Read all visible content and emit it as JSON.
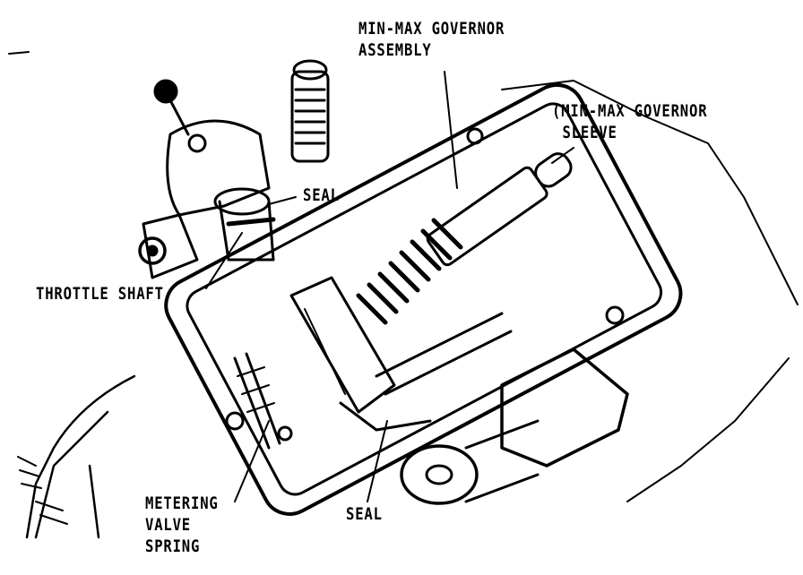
{
  "labels": {
    "governor_assembly": [
      "MIN-MAX GOVERNOR",
      "ASSEMBLY"
    ],
    "governor_sleeve": [
      "(MIN-MAX GOVERNOR",
      "SLEEVE"
    ],
    "seal_top": "SEAL",
    "throttle_shaft": "THROTTLE SHAFT",
    "metering_valve_spring": [
      "METERING",
      "VALVE",
      "SPRING"
    ],
    "seal_bottom": "SEAL"
  },
  "colors": {
    "ink": "#000000",
    "paper": "#ffffff"
  }
}
